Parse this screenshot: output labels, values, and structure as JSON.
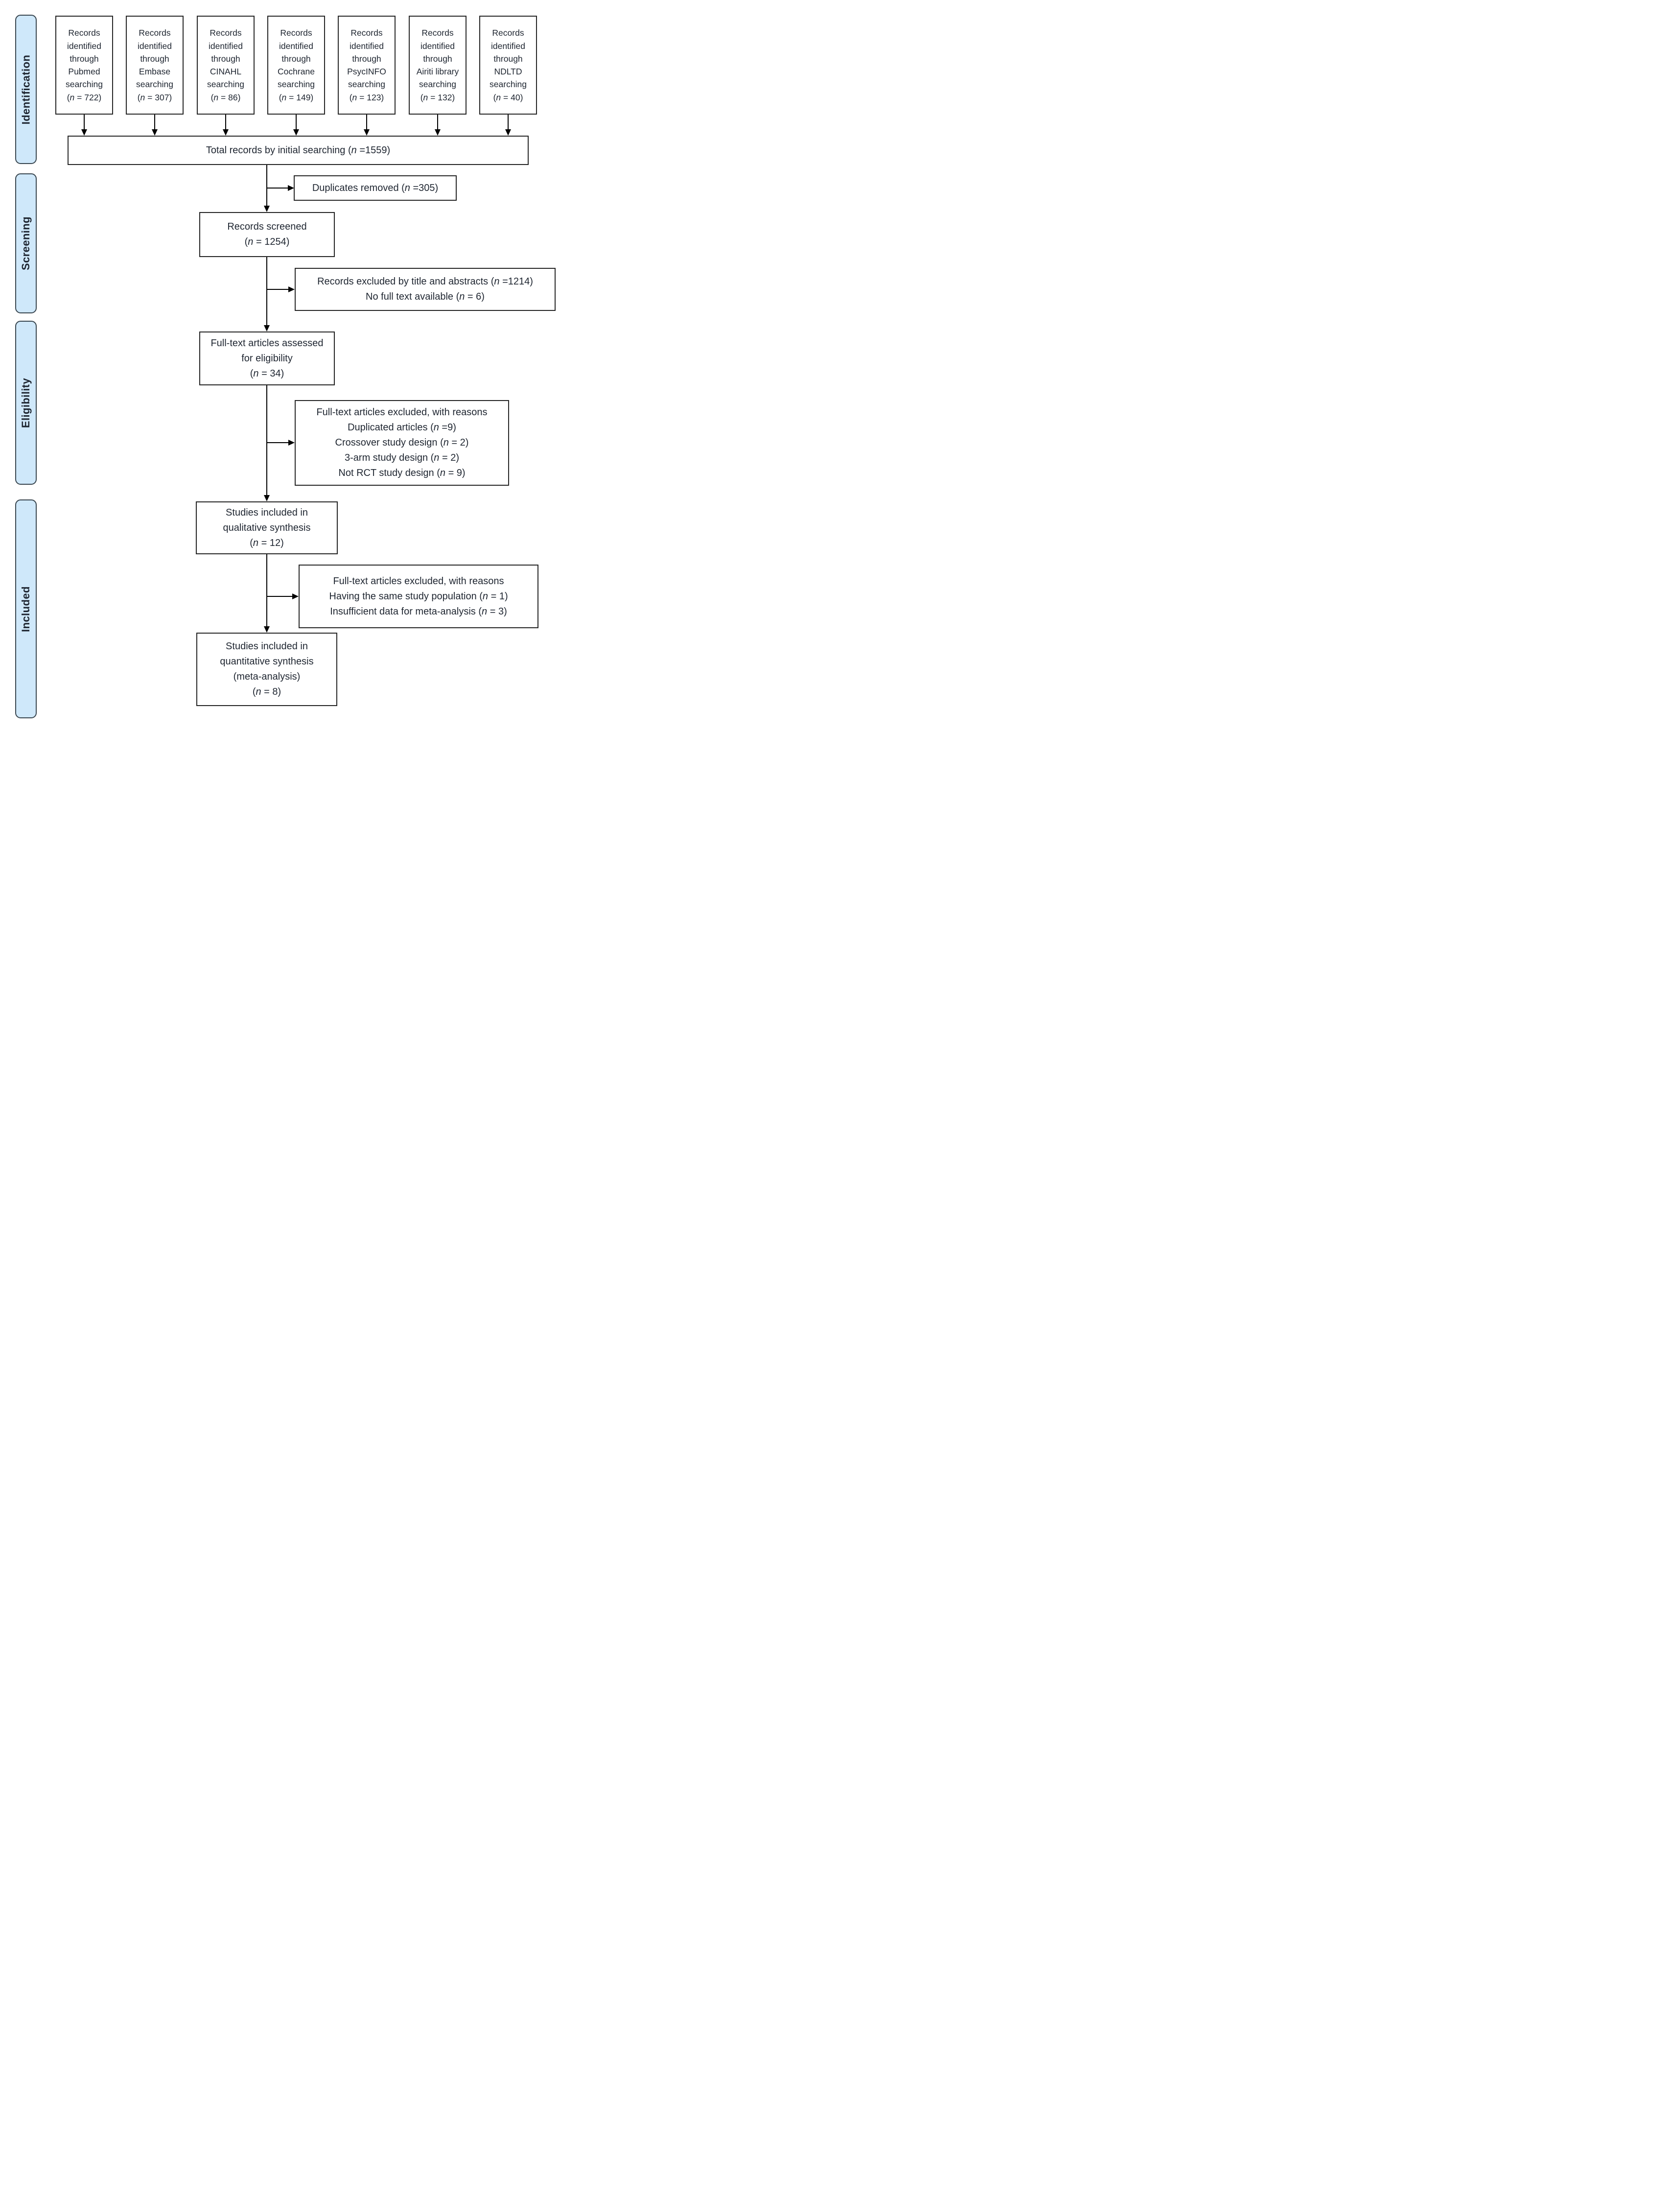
{
  "palette": {
    "band_fill": "#cfe8fa",
    "band_border": "#3a4750",
    "box_border": "#262626",
    "text": "#1e2530",
    "arrow": "#000000",
    "background": "#ffffff"
  },
  "sidebar": {
    "stages": [
      {
        "label": "Identification"
      },
      {
        "label": "Screening"
      },
      {
        "label": "Eligibility"
      },
      {
        "label": "Included"
      }
    ]
  },
  "identification": {
    "sources": [
      {
        "lines": [
          "Records",
          "identified",
          "through",
          "Pubmed",
          "searching",
          "(n = 722)"
        ]
      },
      {
        "lines": [
          "Records",
          "identified",
          "through",
          "Embase",
          "searching",
          "(n = 307)"
        ]
      },
      {
        "lines": [
          "Records",
          "identified",
          "through",
          "CINAHL",
          "searching",
          "(n = 86)"
        ]
      },
      {
        "lines": [
          "Records",
          "identified",
          "through",
          "Cochrane",
          "searching",
          "(n = 149)"
        ]
      },
      {
        "lines": [
          "Records",
          "identified",
          "through",
          "PsycINFO",
          "searching",
          "(n = 123)"
        ]
      },
      {
        "lines": [
          "Records",
          "identified",
          "through",
          "Airiti library",
          "searching",
          "(n = 132)"
        ]
      },
      {
        "lines": [
          "Records",
          "identified",
          "through",
          "NDLTD",
          "searching",
          "(n = 40)"
        ]
      }
    ],
    "total": "Total records by initial searching (n =1559)"
  },
  "screening": {
    "duplicates_removed": "Duplicates removed (n =305)",
    "records_screened_lines": [
      "Records screened",
      "(n = 1254)"
    ],
    "records_excluded_lines": [
      "Records excluded by title and abstracts (n =1214)",
      "No full text available (n = 6)"
    ]
  },
  "eligibility": {
    "assessed_lines": [
      "Full-text articles assessed",
      "for eligibility",
      "(n = 34)"
    ],
    "excluded_lines": [
      "Full-text articles excluded, with reasons",
      "Duplicated articles (n =9)",
      "Crossover study design (n = 2)",
      "3-arm study design (n = 2)",
      "Not RCT study design (n = 9)"
    ]
  },
  "included": {
    "qualitative_lines": [
      "Studies included in",
      "qualitative synthesis",
      "(n = 12)"
    ],
    "excluded_lines": [
      "Full-text articles excluded, with reasons",
      "Having the same study population (n = 1)",
      "Insufficient data for meta-analysis (n = 3)"
    ],
    "quantitative_lines": [
      "Studies included in",
      "quantitative synthesis",
      "(meta-analysis)",
      "(n = 8)"
    ]
  }
}
